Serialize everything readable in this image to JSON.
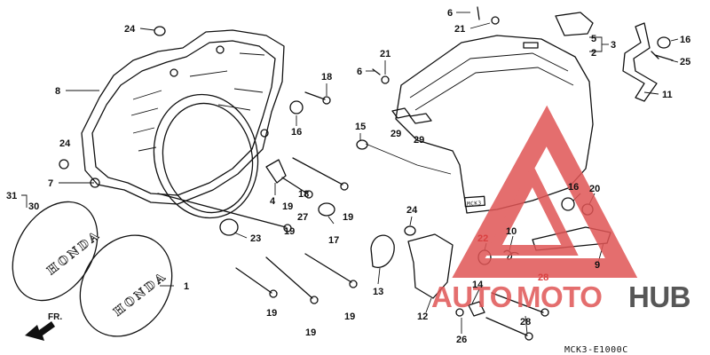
{
  "diagram": {
    "code": "MCK3-E1000C",
    "front_marker": "FR.",
    "cover_text": "HONDA",
    "frame_text": "MCK3",
    "callouts": [
      "1",
      "2",
      "3",
      "4",
      "5",
      "6",
      "7",
      "8",
      "9",
      "10",
      "11",
      "12",
      "13",
      "14",
      "15",
      "16",
      "17",
      "18",
      "19",
      "20",
      "21",
      "22",
      "23",
      "24",
      "25",
      "26",
      "27",
      "28",
      "29",
      "30",
      "31"
    ]
  },
  "watermark": {
    "text_left": "AUTO",
    "text_mid": "MOTO",
    "text_right": "HUB",
    "accent_color": "#e05555",
    "dark_color": "#3a3a3a"
  }
}
